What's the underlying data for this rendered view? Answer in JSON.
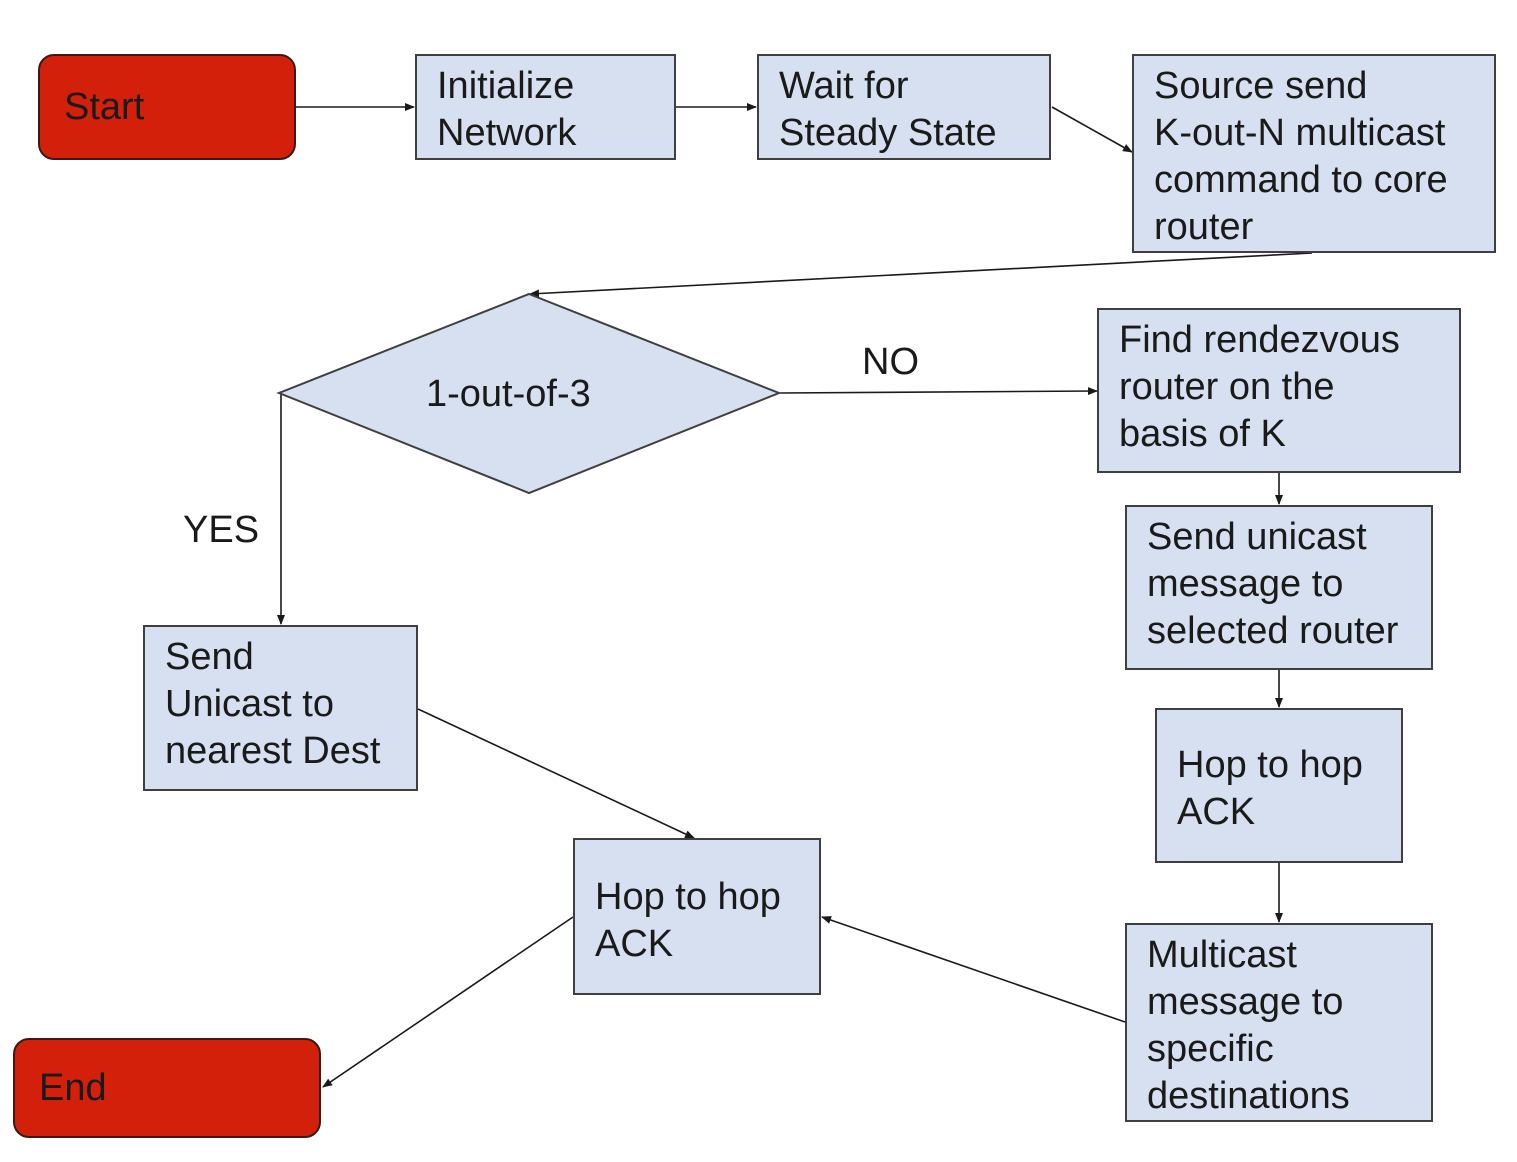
{
  "nodes": {
    "start": "Start",
    "initialize": "Initialize\nNetwork",
    "wait": "Wait for\nSteady State",
    "source_send": "Source send\nK-out-N multicast\ncommand to core\nrouter",
    "decision": "1-out-of-3",
    "find_rendezvous": "Find rendezvous\nrouter on the\nbasis of K",
    "send_unicast_selected": "Send unicast\nmessage to\nselected router",
    "hop_ack_right": "Hop to hop\nACK",
    "multicast_specific": "Multicast\nmessage to\nspecific\ndestinations",
    "send_unicast_nearest": "Send\nUnicast to\nnearest Dest",
    "hop_ack_center": "Hop to hop\nACK",
    "end": "End"
  },
  "edge_labels": {
    "no": "NO",
    "yes": "YES"
  },
  "colors": {
    "process_fill": "#d6e0f0",
    "terminal_fill": "#d3200b",
    "edge": "#1a1a1a"
  }
}
